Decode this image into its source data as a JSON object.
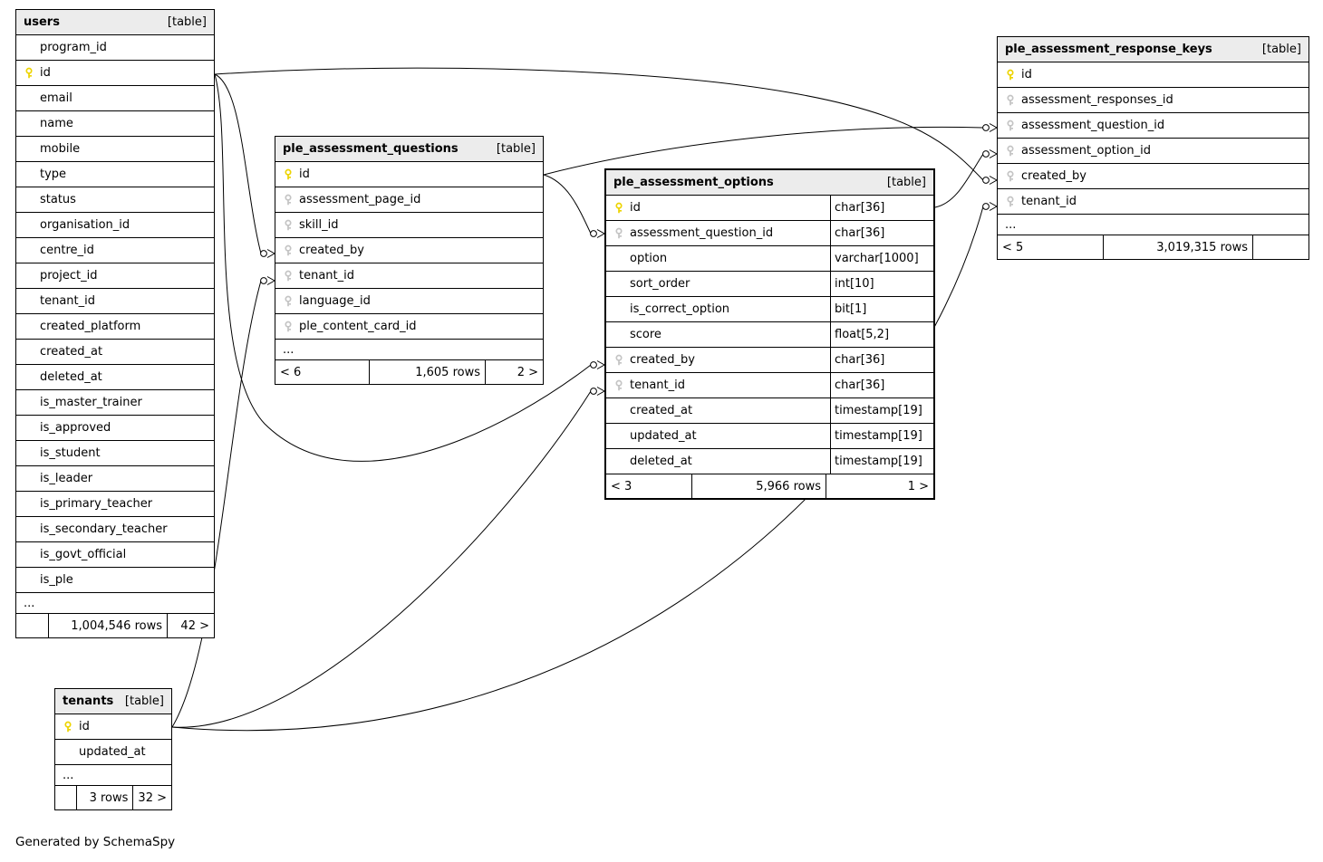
{
  "page": {
    "generator": "Generated by SchemaSpy"
  },
  "colors": {
    "pk_key": "#edd400",
    "fk_key": "#c4c4c4",
    "header_bg": "#ececec",
    "border": "#000000",
    "line": "#000000"
  },
  "tables": [
    {
      "name": "users",
      "tag": "[table]",
      "show_types": false,
      "more": "...",
      "columns": [
        {
          "name": "program_id",
          "key": ""
        },
        {
          "name": "id",
          "key": "pk"
        },
        {
          "name": "email",
          "key": ""
        },
        {
          "name": "name",
          "key": ""
        },
        {
          "name": "mobile",
          "key": ""
        },
        {
          "name": "type",
          "key": ""
        },
        {
          "name": "status",
          "key": ""
        },
        {
          "name": "organisation_id",
          "key": ""
        },
        {
          "name": "centre_id",
          "key": ""
        },
        {
          "name": "project_id",
          "key": ""
        },
        {
          "name": "tenant_id",
          "key": ""
        },
        {
          "name": "created_platform",
          "key": ""
        },
        {
          "name": "created_at",
          "key": ""
        },
        {
          "name": "deleted_at",
          "key": ""
        },
        {
          "name": "is_master_trainer",
          "key": ""
        },
        {
          "name": "is_approved",
          "key": ""
        },
        {
          "name": "is_student",
          "key": ""
        },
        {
          "name": "is_leader",
          "key": ""
        },
        {
          "name": "is_primary_teacher",
          "key": ""
        },
        {
          "name": "is_secondary_teacher",
          "key": ""
        },
        {
          "name": "is_govt_official",
          "key": ""
        },
        {
          "name": "is_ple",
          "key": ""
        }
      ],
      "footer": {
        "left": "",
        "middle": "1,004,546 rows",
        "right": "42 >"
      }
    },
    {
      "name": "ple_assessment_questions",
      "tag": "[table]",
      "show_types": false,
      "more": "...",
      "columns": [
        {
          "name": "id",
          "key": "pk"
        },
        {
          "name": "assessment_page_id",
          "key": "fk"
        },
        {
          "name": "skill_id",
          "key": "fk"
        },
        {
          "name": "created_by",
          "key": "fk"
        },
        {
          "name": "tenant_id",
          "key": "fk"
        },
        {
          "name": "language_id",
          "key": "fk"
        },
        {
          "name": "ple_content_card_id",
          "key": "fk"
        }
      ],
      "footer": {
        "left": "< 6",
        "middle": "1,605 rows",
        "right": "2 >"
      }
    },
    {
      "name": "ple_assessment_options",
      "tag": "[table]",
      "show_types": true,
      "more": "",
      "columns": [
        {
          "name": "id",
          "key": "pk",
          "type": "char[36]"
        },
        {
          "name": "assessment_question_id",
          "key": "fk",
          "type": "char[36]"
        },
        {
          "name": "option",
          "key": "",
          "type": "varchar[1000]"
        },
        {
          "name": "sort_order",
          "key": "",
          "type": "int[10]"
        },
        {
          "name": "is_correct_option",
          "key": "",
          "type": "bit[1]"
        },
        {
          "name": "score",
          "key": "",
          "type": "float[5,2]"
        },
        {
          "name": "created_by",
          "key": "fk",
          "type": "char[36]"
        },
        {
          "name": "tenant_id",
          "key": "fk",
          "type": "char[36]"
        },
        {
          "name": "created_at",
          "key": "",
          "type": "timestamp[19]"
        },
        {
          "name": "updated_at",
          "key": "",
          "type": "timestamp[19]"
        },
        {
          "name": "deleted_at",
          "key": "",
          "type": "timestamp[19]"
        }
      ],
      "footer": {
        "left": "< 3",
        "middle": "5,966 rows",
        "right": "1 >"
      }
    },
    {
      "name": "ple_assessment_response_keys",
      "tag": "[table]",
      "show_types": false,
      "more": "...",
      "columns": [
        {
          "name": "id",
          "key": "pk"
        },
        {
          "name": "assessment_responses_id",
          "key": "fk"
        },
        {
          "name": "assessment_question_id",
          "key": "fk"
        },
        {
          "name": "assessment_option_id",
          "key": "fk"
        },
        {
          "name": "created_by",
          "key": "fk"
        },
        {
          "name": "tenant_id",
          "key": "fk"
        }
      ],
      "footer": {
        "left": "< 5",
        "middle": "3,019,315 rows",
        "right": ""
      }
    },
    {
      "name": "tenants",
      "tag": "[table]",
      "show_types": false,
      "more": "...",
      "columns": [
        {
          "name": "id",
          "key": "pk"
        },
        {
          "name": "updated_at",
          "key": ""
        }
      ],
      "footer": {
        "left": "",
        "middle": "3 rows",
        "right": "32 >"
      }
    }
  ],
  "relationships": [
    {
      "from": "users.id",
      "to": "ple_assessment_questions.created_by"
    },
    {
      "from": "users.id",
      "to": "ple_assessment_options.created_by"
    },
    {
      "from": "users.id",
      "to": "ple_assessment_response_keys.created_by"
    },
    {
      "from": "tenants.id",
      "to": "ple_assessment_questions.tenant_id"
    },
    {
      "from": "tenants.id",
      "to": "ple_assessment_options.tenant_id"
    },
    {
      "from": "tenants.id",
      "to": "ple_assessment_response_keys.tenant_id"
    },
    {
      "from": "ple_assessment_questions.id",
      "to": "ple_assessment_options.assessment_question_id"
    },
    {
      "from": "ple_assessment_questions.id",
      "to": "ple_assessment_response_keys.assessment_question_id"
    },
    {
      "from": "ple_assessment_options.id",
      "to": "ple_assessment_response_keys.assessment_option_id"
    }
  ]
}
